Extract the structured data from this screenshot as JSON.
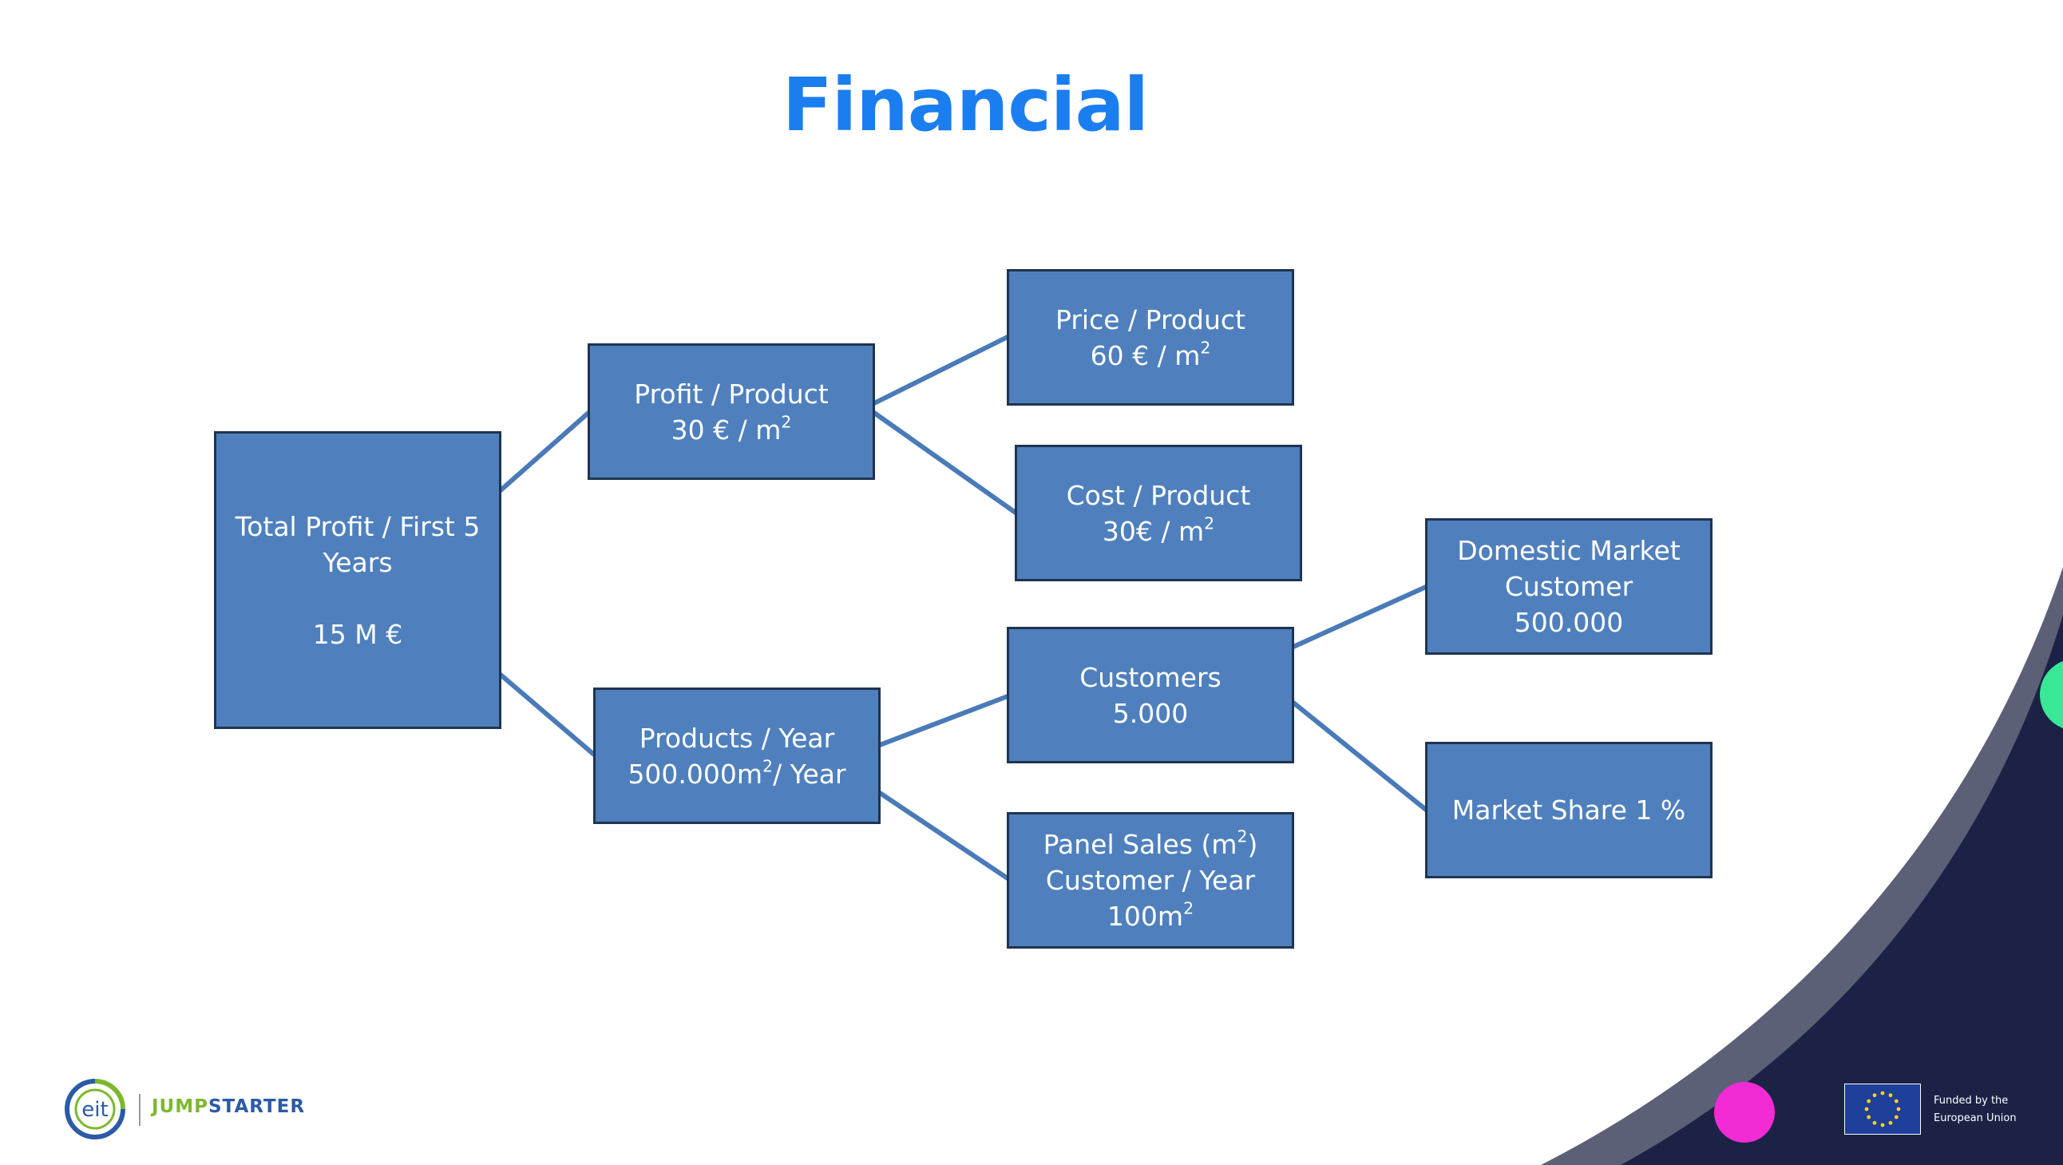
{
  "title": "Financial",
  "boxes": {
    "total": {
      "line1": "Total Profit / First 5",
      "line2": "Years",
      "line3": "15 M €"
    },
    "profit": {
      "line1": "Profit / Product",
      "line2": "30 € / m",
      "sup": "2"
    },
    "price": {
      "line1": "Price / Product",
      "line2": "60 € / m",
      "sup": "2"
    },
    "cost": {
      "line1": "Cost / Product",
      "line2": "30€ / m",
      "sup": "2"
    },
    "products": {
      "line1": "Products / Year",
      "line2a": "500.000m",
      "sup": "2",
      "line2b": "/ Year"
    },
    "customers": {
      "line1": "Customers",
      "line2": "5.000"
    },
    "panel": {
      "line1a": "Panel Sales (m",
      "sup1": "2",
      "line1b": ")",
      "line2": "Customer / Year",
      "line3": "100m",
      "sup2": "2"
    },
    "domestic": {
      "line1": "Domestic Market",
      "line2": "Customer",
      "line3": "500.000"
    },
    "share": {
      "line1": "Market Share 1 %"
    }
  },
  "footer": {
    "logo_eit": "eit",
    "logo_jump": "JUMP",
    "logo_starter": "STARTER",
    "eu_line1": "Funded by the",
    "eu_line2": "European Union"
  },
  "colors": {
    "title": "#1a7ef0",
    "box_fill": "#4f80bd",
    "box_border": "#1f3450",
    "connector": "#4a7ab8",
    "navy": "#1b2246",
    "slate": "#5b6077",
    "pink": "#f22bd5",
    "green": "#38e896"
  }
}
